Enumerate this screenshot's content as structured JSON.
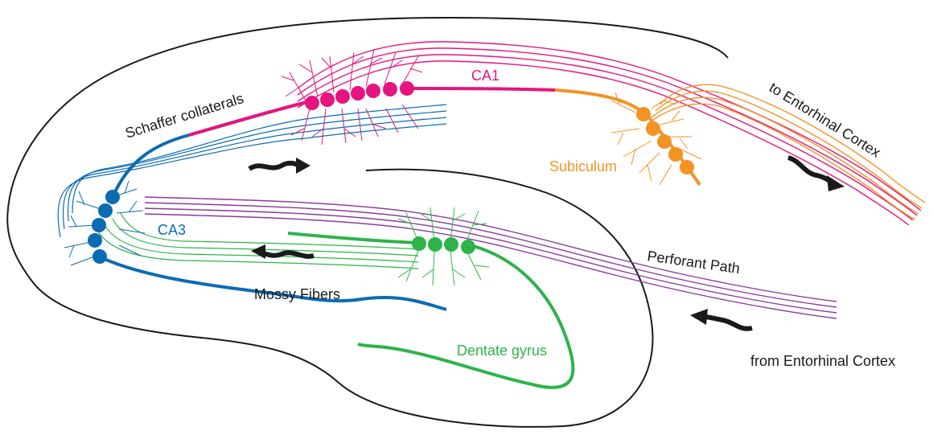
{
  "labels": {
    "ca1": "CA1",
    "ca3": "CA3",
    "subiculum": "Subiculum",
    "dentate_gyrus": "Dentate gyrus",
    "mossy_fibers": "Mossy Fibers",
    "schaffer_collaterals": "Schaffer collaterals",
    "perforant_path": "Perforant Path",
    "to_entorhinal": "to Entorhinal Cortex",
    "from_entorhinal": "from Entorhinal Cortex"
  },
  "colors": {
    "ca1": "#e6147e",
    "ca3": "#0b6cb4",
    "subiculum": "#f39323",
    "dentate": "#2eb34a",
    "perforant": "#8a3a9a",
    "outline": "#1a1a1a",
    "arrow": "#1a1a1a"
  }
}
